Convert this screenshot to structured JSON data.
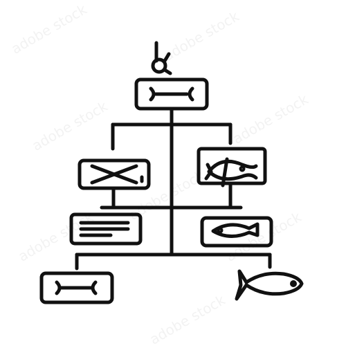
{
  "watermark_text": "adobe stock",
  "stock_id": "1829892844",
  "colors": {
    "ink": "#111111",
    "background": "#ffffff"
  },
  "nodes": [
    {
      "name": "root-card",
      "icon": "fish-bone-icon"
    },
    {
      "name": "left-card",
      "icon": "fish-bone-icon"
    },
    {
      "name": "right-card",
      "icon": "fish-icon"
    },
    {
      "name": "text-card",
      "icon": "text-lines-icon"
    },
    {
      "name": "right-fish-card",
      "icon": "fish-icon"
    },
    {
      "name": "bottom-left-card",
      "icon": "fish-bone-icon"
    },
    {
      "name": "bottom-right-fish",
      "icon": "fish-icon"
    }
  ],
  "top_icon": "claw-hook-icon"
}
